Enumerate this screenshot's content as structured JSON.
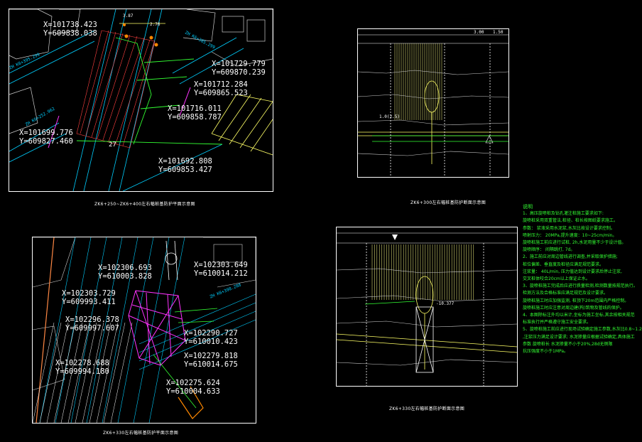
{
  "panel1": {
    "caption": "ZK6+250~ZK6+400左右幅桩基防护平面示意图",
    "coords": [
      {
        "x": "X=101738.423",
        "y": "Y=609838.038"
      },
      {
        "x": "X=101729.779",
        "y": "Y=609870.239"
      },
      {
        "x": "X=101712.284",
        "y": "Y=609865.523"
      },
      {
        "x": "X=101716.011",
        "y": "Y=609858.787"
      },
      {
        "x": "X=101699.776",
        "y": "Y=609827.460"
      },
      {
        "x": "X=101692.808",
        "y": "Y=609853.427"
      }
    ],
    "dims": [
      "3.87",
      "2.76",
      "27"
    ],
    "road_labels": [
      "ZH K6+385.299",
      "ZH K6+395.299",
      "ZH K6+252.962"
    ]
  },
  "panel2": {
    "caption": "ZK6+300左右幅桩基防护断面示意图",
    "top_dims": [
      "3.00",
      "1.50"
    ],
    "elev": [
      "1.0(2.5)"
    ]
  },
  "panel3": {
    "caption": "ZK6+330左右幅桩基防护平面示意图",
    "coords": [
      {
        "x": "X=102306.693",
        "y": "Y=610003.828"
      },
      {
        "x": "X=102303.649",
        "y": "Y=610014.212"
      },
      {
        "x": "X=102303.729",
        "y": "Y=609993.411"
      },
      {
        "x": "X=102296.378",
        "y": "Y=609997.607"
      },
      {
        "x": "X=102290.727",
        "y": "Y=610010.423"
      },
      {
        "x": "X=102279.818",
        "y": "Y=610014.675"
      },
      {
        "x": "X=102278.688",
        "y": "Y=609994.180"
      },
      {
        "x": "X=102275.624",
        "y": "Y=610004.633"
      }
    ],
    "road_labels": [
      "ZH K6+398.288"
    ]
  },
  "panel4": {
    "caption": "ZK6+330左右幅桩基防护断面示意图",
    "elev": [
      "-10.377"
    ]
  },
  "notes": {
    "title": "说明",
    "lines": [
      "1、高压旋喷桩及钻孔灌注桩施工要求如下:",
      "旋喷桩采用双重管法,桩径、桩长按图纸要求施工。",
      "参数：   浆液采用水泥浆,水灰比按设计要求控制。",
      "喷射压力：   20MPa,提升速度：10~25cm/min。",
      "旋喷桩施工前应进行试桩,   2h,水泥用量不少于设计值。",
      "旋喷顺序：   间隔跳打,   7d。",
      "2、施工前应对周边管线进行调查,并采取保护措施;",
      "桩位偏差、垂直度及桩径应满足规范要求。",
      "注浆量：   40L/min,   压力值达到设计要求后停止注浆,",
      "交叉桩体咬合20cm以上保证止水。",
      "3、旋喷桩施工完成后应进行质量检测,检测数量按规范执行。",
      "检测方法及合格标准应满足规范及设计要求。",
      "旋喷桩施工时应加强监测,   桩顶下20m范围内严格控制。",
      "旋喷桩施工时应注意对周边建(构)筑物及管线的保护。",
      "4、本图除标注外均以米计,坐标为施工坐标,其余按相关规范",
      "标准执行并严格遵守施工安全要求。",
      "5、旋喷桩施工前应进行现场试验确定施工参数,水灰比0.8~1.2",
      ",注浆压力满足设计要求;   水泥掺量应根据试验确定,具体施工",
      "参数   旋喷桩长   水泥掺量不小于20%,28d无侧限",
      "抗压强度不小于1MPa。"
    ]
  },
  "colors": {
    "background": "#000000",
    "frame": "#ffffff",
    "cyan": "#00ffff",
    "green": "#33ff33",
    "yellow": "#ffff66",
    "red": "#ff3333",
    "magenta": "#ff33ff"
  }
}
